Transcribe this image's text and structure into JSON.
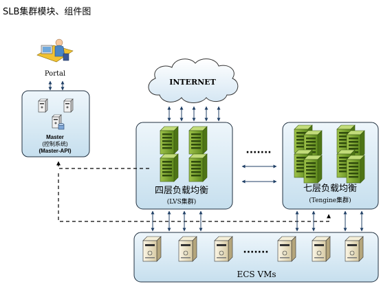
{
  "title": "SLB集群模块、组件图",
  "portal": {
    "label": "Portal"
  },
  "master": {
    "name": "Master",
    "sub": "(控制系统)",
    "api": "(Master-API)"
  },
  "internet": {
    "label": "INTERNET"
  },
  "l4": {
    "name": "四层负载均衡",
    "sub": "(LVS集群)"
  },
  "l7": {
    "name": "七层负载均衡",
    "sub": "(Tengine集群)"
  },
  "ellipsis_middle": "·······",
  "ellipsis_ecs": "·······",
  "ecs": {
    "label": "ECS VMs"
  }
}
